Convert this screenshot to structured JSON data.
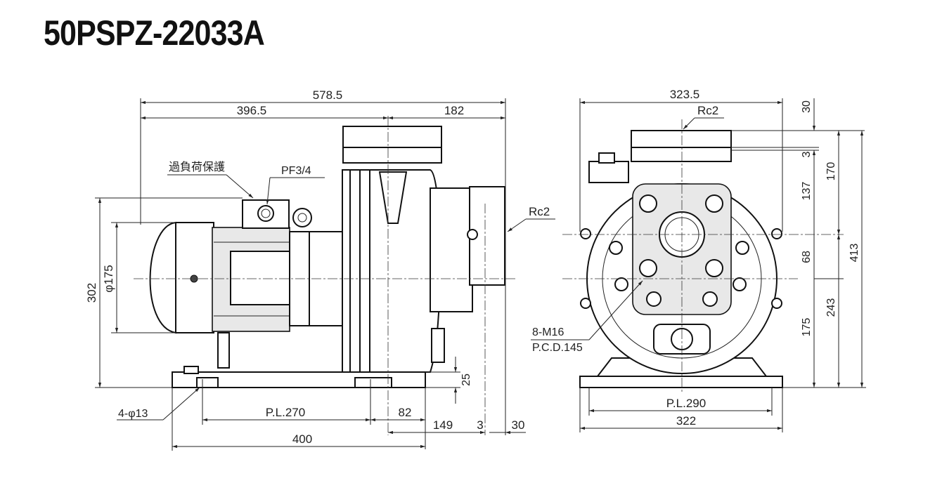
{
  "title": "50PSPZ-22033A",
  "side_view": {
    "overall_length": "578.5",
    "motor_length": "396.5",
    "pump_length": "182",
    "overload_label": "過負荷保護",
    "conduit_label": "PF3/4",
    "discharge_label": "Rc2",
    "height": "302",
    "motor_dia": "φ175",
    "base_height": "25",
    "hole_label": "4-φ13",
    "pitch_length": "P.L.270",
    "offset_82": "82",
    "offset_149": "149",
    "gap_3": "3",
    "gap_30": "30",
    "base_length": "400"
  },
  "front_view": {
    "overall_width": "323.5",
    "top_port_label": "Rc2",
    "dim_30": "30",
    "dim_3": "3",
    "dim_137": "137",
    "dim_170": "170",
    "dim_68": "68",
    "dim_413": "413",
    "dim_243": "243",
    "dim_175": "175",
    "bolt_label": "8-M16",
    "pcd_label": "P.C.D.145",
    "pitch_width": "P.L.290",
    "base_width": "322"
  }
}
